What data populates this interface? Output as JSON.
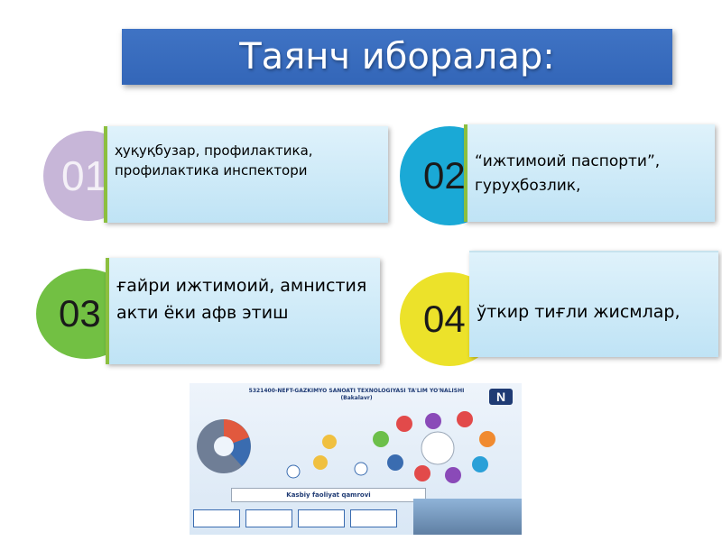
{
  "title": "Таянч иборалар:",
  "items": [
    {
      "number": "01",
      "text": "ҳуқуқбузар, профилактика, профилактика инспектори"
    },
    {
      "number": "02",
      "text": "“ижтимоий паспорти”, гуруҳбозлик,"
    },
    {
      "number": "03",
      "text": "ғайри ижтимоий, амнистия акти ёки афв этиш"
    },
    {
      "number": "04",
      "text": "ўткир тиғли жисмлар,"
    }
  ],
  "infographic": {
    "title": "5321400-NEFT-GAZKIMYO SANOATI TEXNOLOGIYASI TA'LIM YO'NALISHI (Bakalavr)",
    "logo": "N",
    "banner": "Kasbiy faoliyat qamrovi"
  },
  "colors": {
    "title_bg": "#3366b8",
    "circle_1": "#c7b6d8",
    "circle_2": "#1aa9d6",
    "circle_3": "#72c043",
    "circle_4": "#ece22a",
    "card_bg": "#cfeaf8"
  }
}
